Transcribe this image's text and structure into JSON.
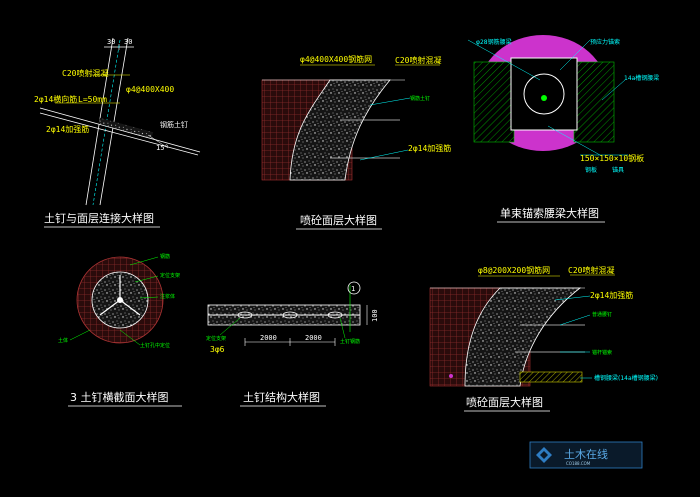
{
  "colors": {
    "background": "#000000",
    "title": "#ffffff",
    "dimension": "#ffffff",
    "annotation_yellow": "#ffff00",
    "annotation_green": "#00ff00",
    "annotation_cyan": "#00ffff",
    "wall_hatch": "#8b2a2a",
    "magenta": "#cc33cc",
    "logo_blue": "#2e7dc4"
  },
  "detail1": {
    "title": "土钉与面层连接大样图",
    "dim_top_left": "30",
    "dim_top_right": "30",
    "label_c20": "C20喷射混凝",
    "label_mesh": "φ4@400X400",
    "label_bar1": "2φ14横向筋",
    "label_L": "L=50mm",
    "label_bar2": "2φ14加强筋",
    "label_nail": "钢筋土钉",
    "label_angle": "15°"
  },
  "detail2": {
    "title": "喷砼面层大样图",
    "label_mesh": "φ4@400X400钢筋网",
    "label_c20": "C20喷射混凝",
    "label_nail": "钢筋土钉",
    "label_bar": "2φ14加强筋"
  },
  "detail3": {
    "title": "单束锚索腰梁大样图",
    "label_a": "φ28钢筋腰梁",
    "label_b": "预应力锚索",
    "label_c": "14a槽钢腰梁",
    "label_plate": "150×150×10钢板",
    "label_d": "钢板",
    "label_e": "锚具"
  },
  "detail4": {
    "title": "3 土钉横截面大样图",
    "label_a": "钢筋",
    "label_b": "定位支架",
    "label_c": "注浆体",
    "label_d": "土体",
    "label_e": "土钉孔中定位"
  },
  "detail5": {
    "title": "土钉结构大样图",
    "marker": "1",
    "dim_a": "2000",
    "dim_b": "2000",
    "bar": "3φ6",
    "dim_side": "100",
    "label_a": "定位支架",
    "label_b": "土钉钢筋"
  },
  "detail6": {
    "title": "喷砼面层大样图",
    "label_mesh": "φ8@200X200钢筋网",
    "label_c20": "C20喷射混凝",
    "label_bar": "2φ14加强筋",
    "label_a": "普通腰钉",
    "label_b": "锚杆锚索",
    "label_c": "槽钢腰梁(14a槽钢腰梁)"
  },
  "logo": {
    "text": "土木在线",
    "sub": "CO188.COM"
  }
}
